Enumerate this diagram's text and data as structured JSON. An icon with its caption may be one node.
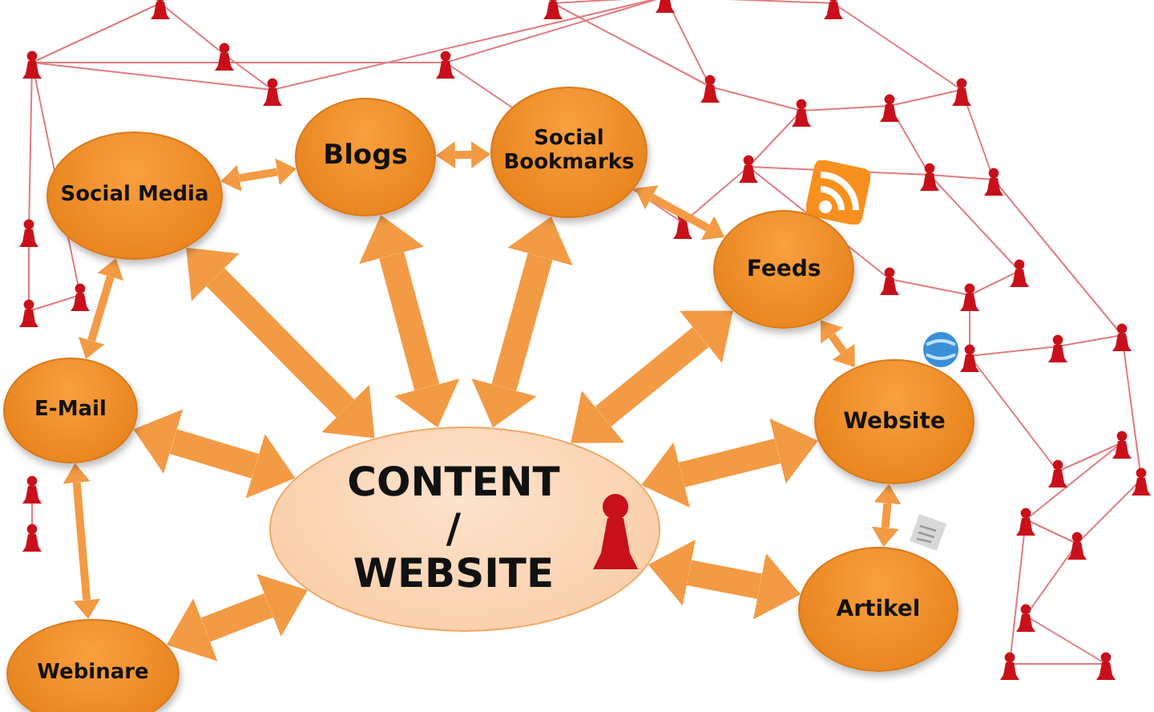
{
  "diagram": {
    "nodes": [
      {
        "text": [
          "CONTENT / WEBSITE"
        ]
      },
      {
        "text": [
          "Social Media"
        ]
      },
      {
        "text": [
          "Blogs"
        ]
      },
      {
        "text": [
          "Social Bookmarks"
        ]
      },
      {
        "text": [
          "Feeds"
        ]
      },
      {
        "text": [
          "Website"
        ]
      },
      {
        "text": [
          "Artikel"
        ]
      },
      {
        "text": [
          "E-Mail"
        ]
      },
      {
        "text": [
          "Webinare"
        ]
      }
    ],
    "edges": [
      {
        "from": 1,
        "to": 2,
        "arrow": "both"
      },
      {
        "from": 2,
        "to": 3,
        "arrow": "both"
      },
      {
        "from": 3,
        "to": 4,
        "arrow": "both"
      },
      {
        "from": 4,
        "to": 5,
        "arrow": "both"
      },
      {
        "from": 5,
        "to": 6,
        "arrow": "both"
      },
      {
        "from": 1,
        "to": 7,
        "arrow": "both"
      },
      {
        "from": 7,
        "to": 8,
        "arrow": "both"
      },
      {
        "from": 0,
        "to": 7,
        "arrow": "both"
      },
      {
        "from": 0,
        "to": 1,
        "arrow": "both"
      },
      {
        "from": 0,
        "to": 2,
        "arrow": "both"
      },
      {
        "from": 0,
        "to": 3,
        "arrow": "both"
      },
      {
        "from": 0,
        "to": 4,
        "arrow": "both"
      },
      {
        "from": 0,
        "to": 5,
        "arrow": "both"
      },
      {
        "from": 0,
        "to": 6,
        "arrow": "both"
      },
      {
        "from": 0,
        "to": 8,
        "arrow": "both"
      }
    ]
  }
}
